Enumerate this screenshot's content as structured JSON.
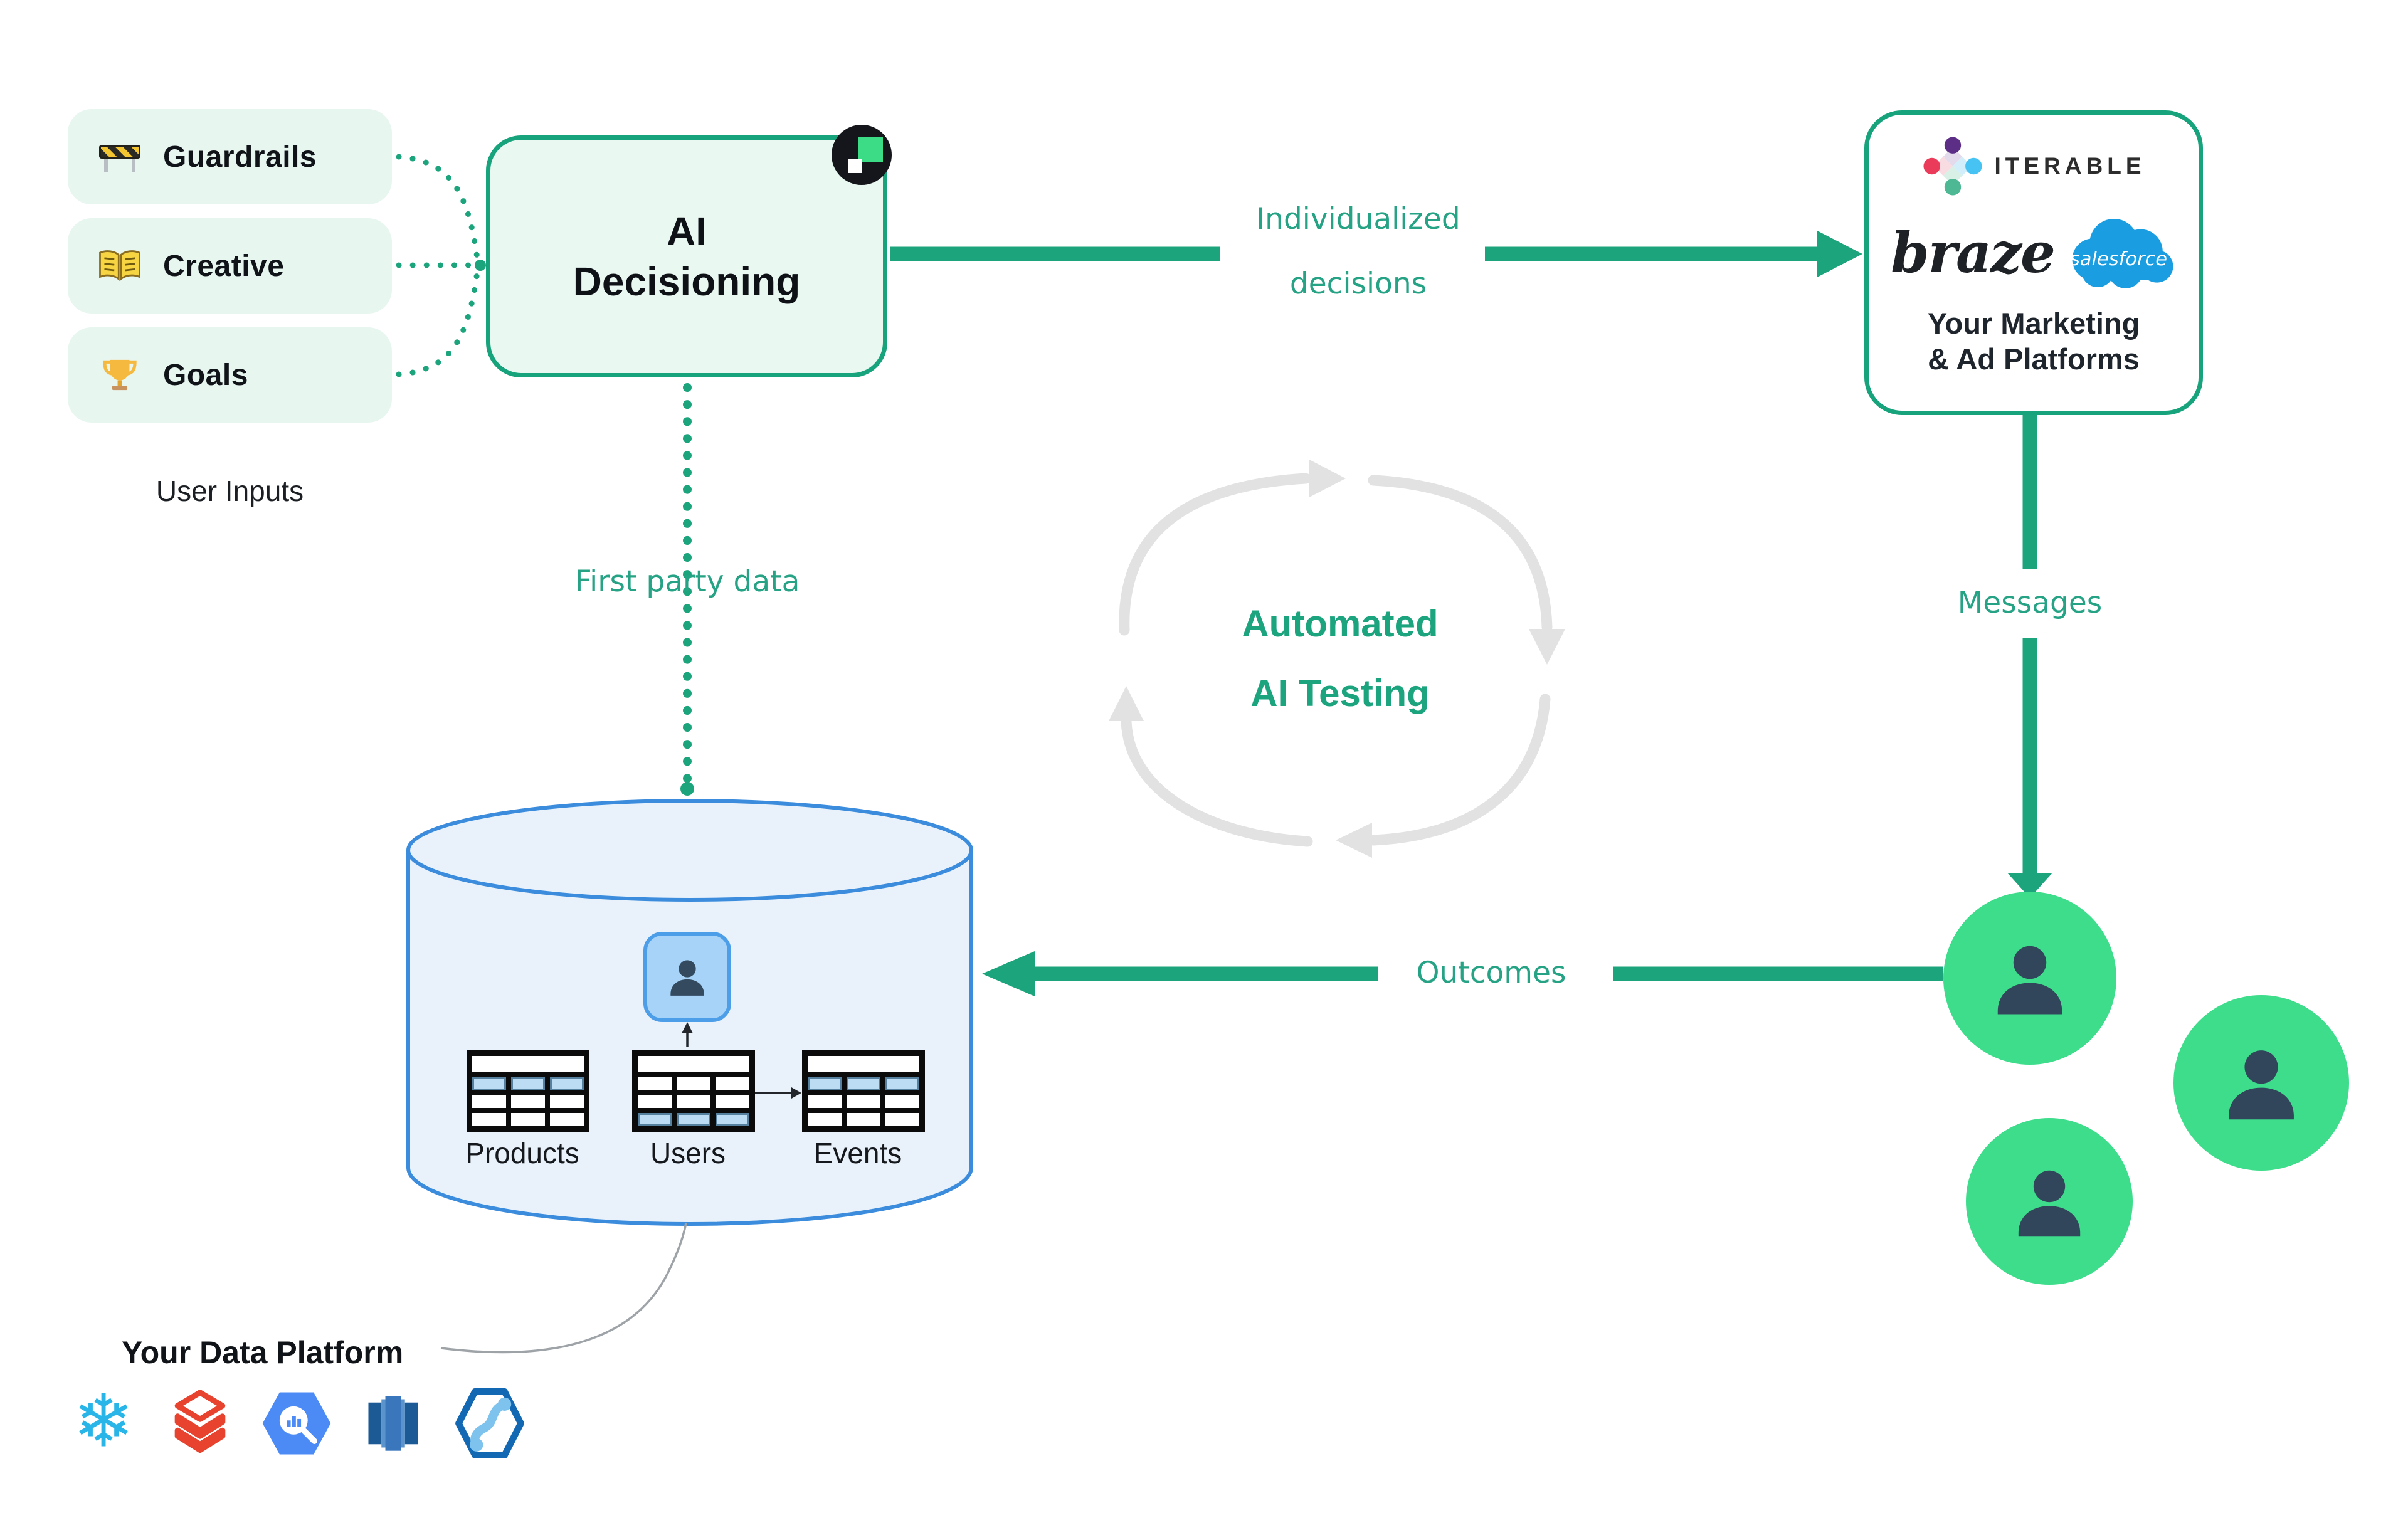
{
  "user_inputs": {
    "caption": "User Inputs",
    "items": [
      {
        "icon": "barrier-icon",
        "label": "Guardrails"
      },
      {
        "icon": "open-book-icon",
        "label": "Creative"
      },
      {
        "icon": "trophy-icon",
        "label": "Goals"
      }
    ]
  },
  "ai_box": {
    "title_line1": "AI",
    "title_line2": "Decisioning",
    "badge_icon": "offerfit-logo-badge"
  },
  "flow_labels": {
    "individualized_line1": "Individualized",
    "individualized_line2": "decisions",
    "first_party": "First party data",
    "messages": "Messages",
    "outcomes": "Outcomes"
  },
  "loop": {
    "line1": "Automated",
    "line2": "AI Testing"
  },
  "marketing_box": {
    "iterable_wordmark": "ITERABLE",
    "braze_wordmark": "braze",
    "salesforce_wordmark": "salesforce",
    "caption_line1": "Your Marketing",
    "caption_line2": "& Ad Platforms"
  },
  "audience": {
    "icon": "person-icon",
    "circle_count": 3
  },
  "data_platform": {
    "caption": "Your Data Platform",
    "tables": [
      {
        "label": "Products"
      },
      {
        "label": "Users"
      },
      {
        "label": "Events"
      }
    ],
    "logos": [
      "snowflake-logo",
      "databricks-logo",
      "bigquery-logo",
      "redshift-logo",
      "synapse-logo"
    ]
  },
  "colors": {
    "accent_teal": "#17A37B",
    "label_teal": "#26A284",
    "mint_fill": "#E8F6F0",
    "loop_gray": "#E2E2E2",
    "cylinder_fill": "#E9F2FB",
    "cylinder_stroke": "#3B8CDC",
    "table_blue": "#BCDCF4",
    "audience_green": "#3EDD8C",
    "person_navy": "#31465B",
    "badge_black": "#14161B",
    "badge_green": "#3BDC85",
    "salesforce_blue": "#1B9DE2"
  }
}
